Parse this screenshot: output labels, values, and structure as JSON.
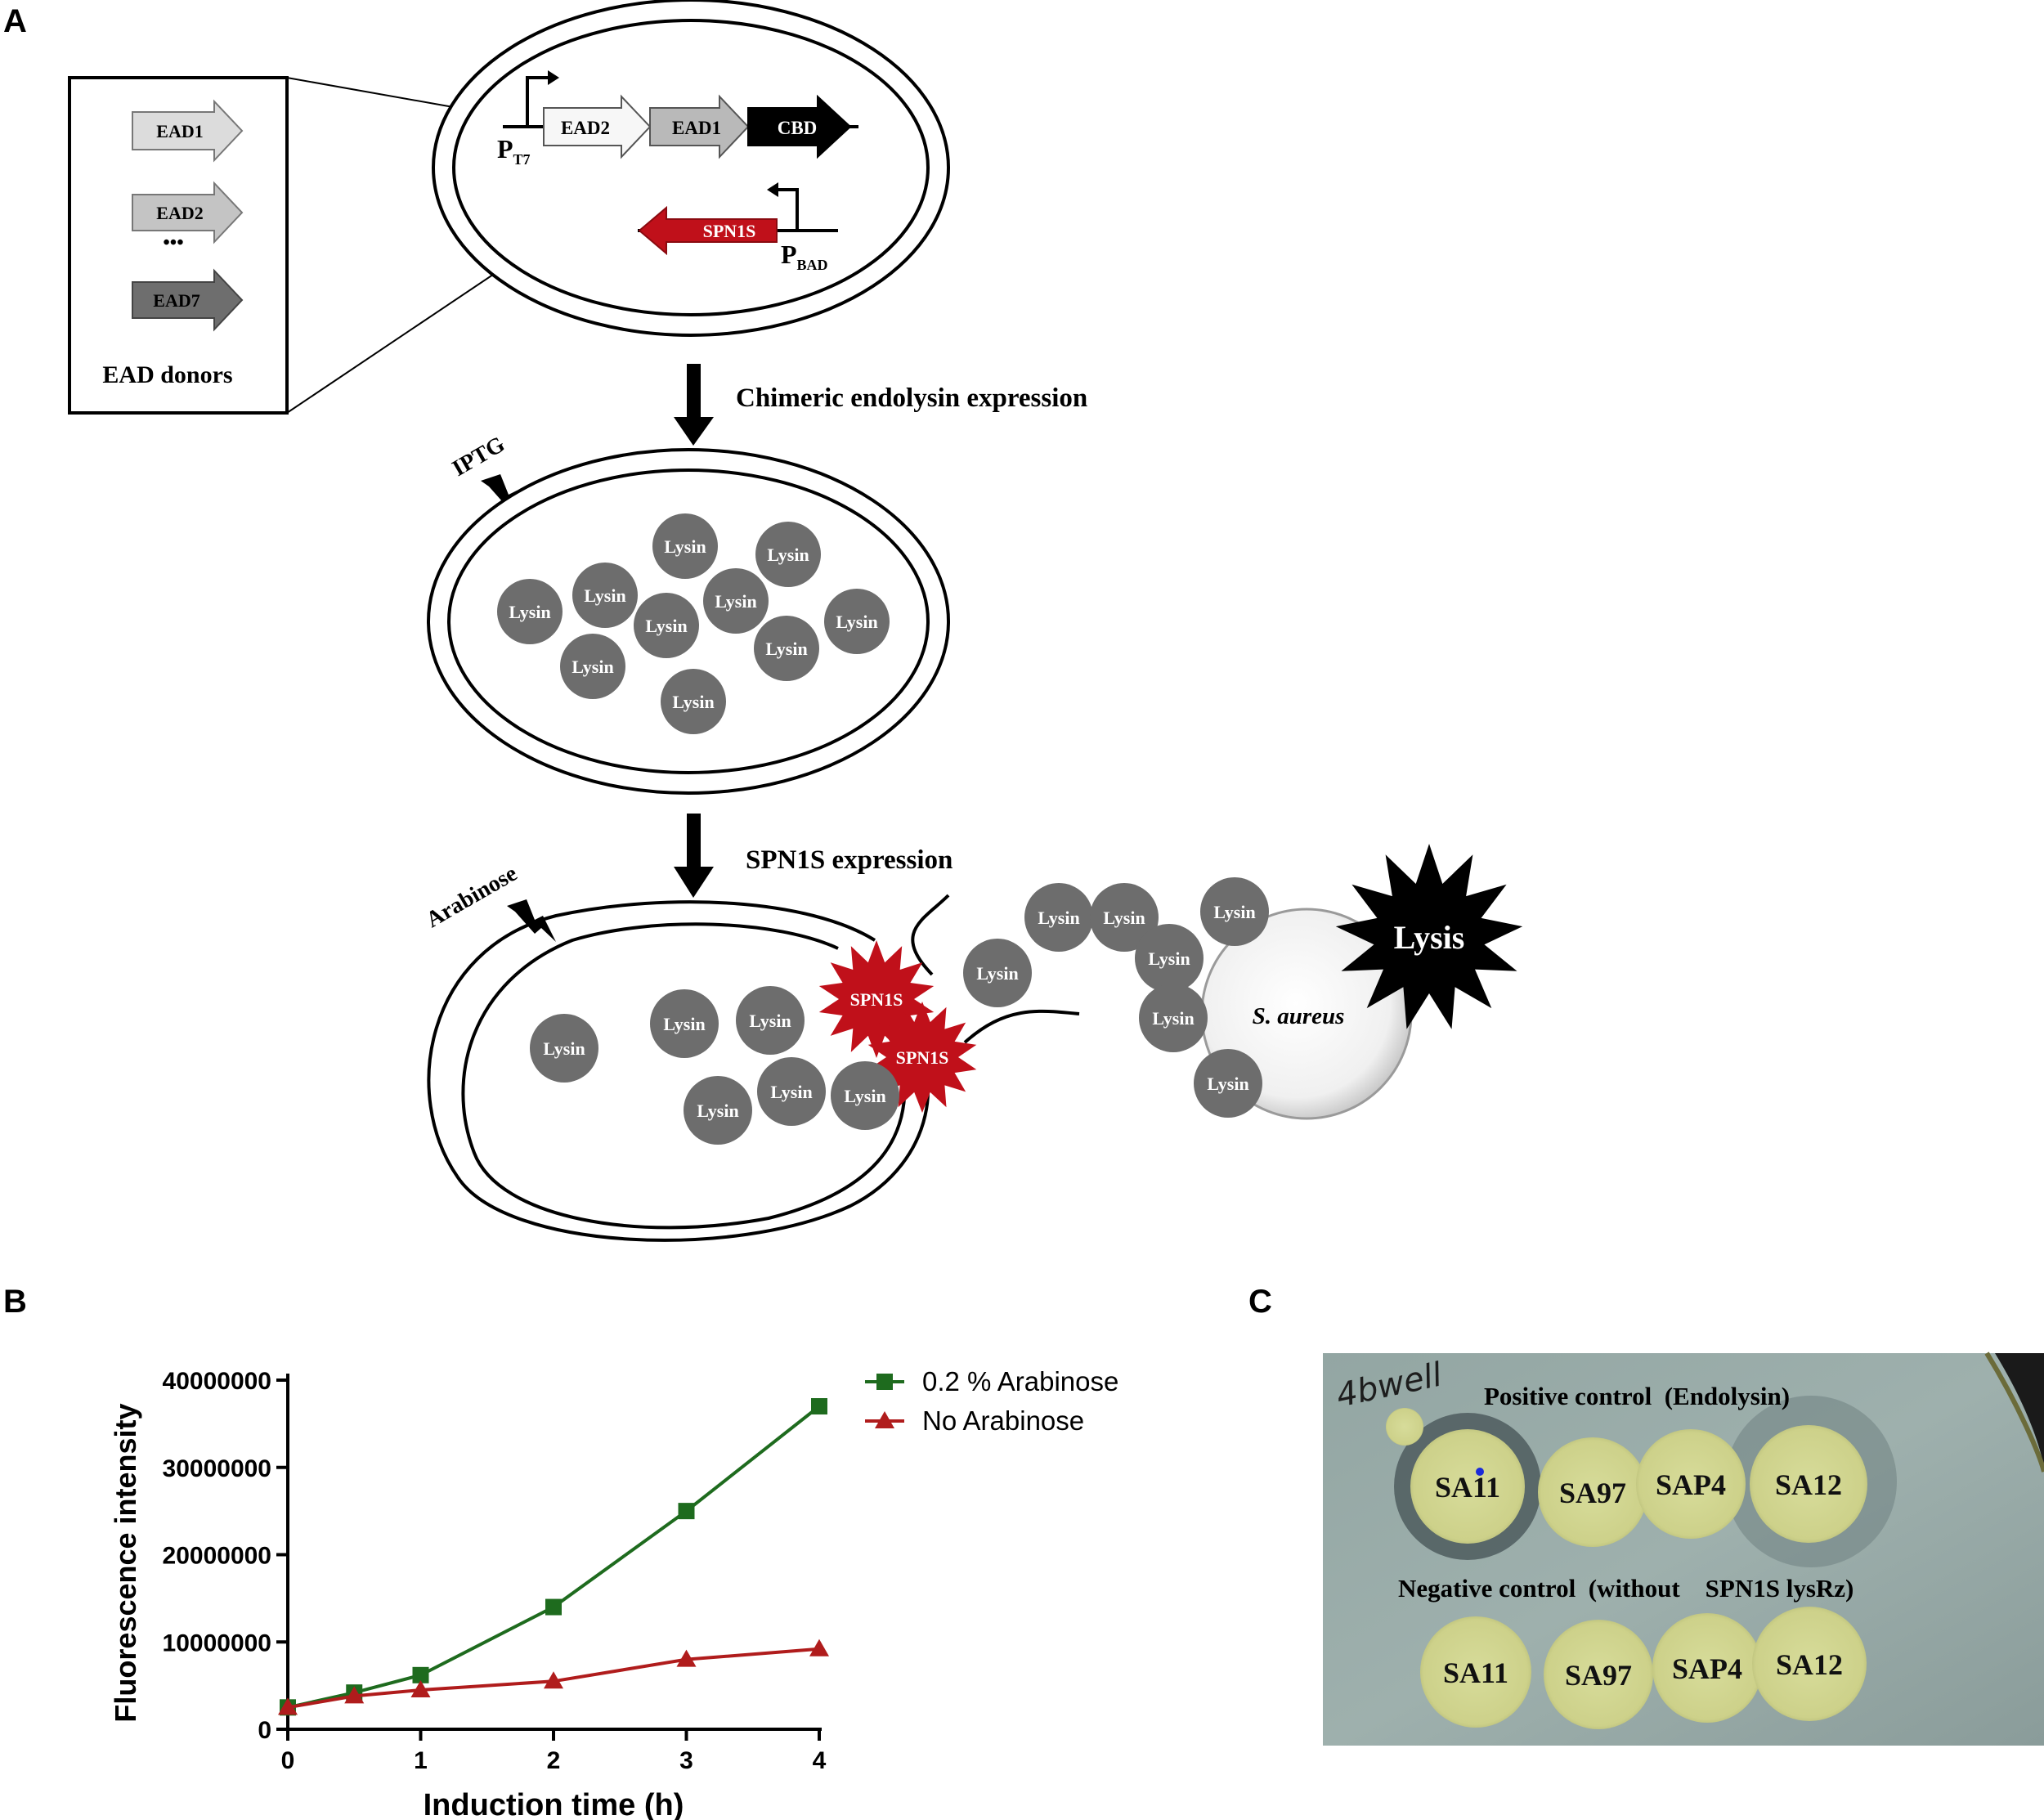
{
  "panels": {
    "a": "A",
    "b": "B",
    "c": "C"
  },
  "donors": {
    "items": [
      "EAD1",
      "EAD2",
      "EAD7"
    ],
    "ellipsis": "•••",
    "title": "EAD donors"
  },
  "construct": {
    "promoter_t7": "P",
    "promoter_t7_sub": "T7",
    "segments": [
      "EAD2",
      "EAD1",
      "CBD"
    ],
    "spn1s": "SPN1S",
    "promoter_bad": "P",
    "promoter_bad_sub": "BAD"
  },
  "steps": {
    "expression1": "Chimeric endolysin expression",
    "inducer1": "IPTG",
    "expression2": "SPN1S expression",
    "inducer2": "Arabinose"
  },
  "cell_labels": {
    "lysin": "Lysin",
    "holin": "SPN1S",
    "target": "S. aureus",
    "lysis": "Lysis"
  },
  "chart_data": {
    "type": "line",
    "xlabel": "Induction time (h)",
    "ylabel": "Fluorescence intensity",
    "xlim": [
      0,
      4
    ],
    "ylim": [
      0,
      40000000
    ],
    "xticks": [
      0,
      1,
      2,
      3,
      4
    ],
    "yticks": [
      0,
      10000000,
      20000000,
      30000000,
      40000000
    ],
    "legend_position": "top-right",
    "series": [
      {
        "name": "0.2 % Arabinose",
        "color": "#1e6b1e",
        "marker": "square",
        "x": [
          0,
          0.5,
          1,
          2,
          3,
          4
        ],
        "y": [
          2500000,
          4200000,
          6200000,
          14000000,
          25000000,
          37000000
        ]
      },
      {
        "name": "No Arabinose",
        "color": "#b01c1c",
        "marker": "triangle",
        "x": [
          0,
          0.5,
          1,
          2,
          3,
          4
        ],
        "y": [
          2500000,
          3800000,
          4500000,
          5500000,
          8000000,
          9200000
        ]
      }
    ]
  },
  "plate": {
    "handwriting": "4bwell",
    "positive_label": "Positive control  (Endolysin)",
    "negative_label": "Negative control  (without    SPN1S lysRz)",
    "positive_spots": [
      "SA11",
      "SA97",
      "SAP4",
      "SA12"
    ],
    "negative_spots": [
      "SA11",
      "SA97",
      "SAP4",
      "SA12"
    ]
  }
}
